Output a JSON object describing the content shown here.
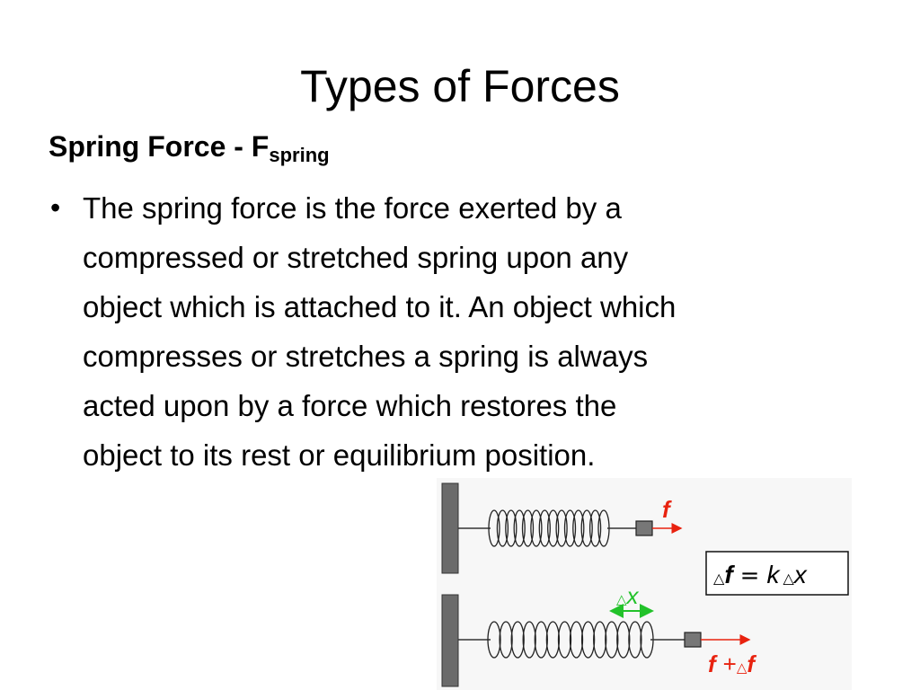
{
  "slide": {
    "title": "Types of Forces",
    "subheading": {
      "main": "Spring Force - F",
      "subscript": "spring"
    },
    "bullet_symbol": "•",
    "body": "The spring force is the force exerted by a\ncompressed or stretched spring upon any\nobject which is attached to it. An object which\ncompresses or stretches a spring is always\nacted upon by a force which restores the\nobject to its rest or equilibrium position."
  },
  "figure": {
    "top_force_label": "f",
    "equation": {
      "delta": "△",
      "f": "f",
      "equals": "=",
      "k": "k",
      "x": "x"
    },
    "displacement_label": {
      "delta": "△",
      "x": "x"
    },
    "bottom_force_label": {
      "f": "f",
      "plus": "+",
      "delta": "△",
      "f2": "f"
    },
    "colors": {
      "force": "#e8220f",
      "displacement": "#22c22a",
      "wall": "#6b6b6b",
      "block": "#777777"
    }
  }
}
